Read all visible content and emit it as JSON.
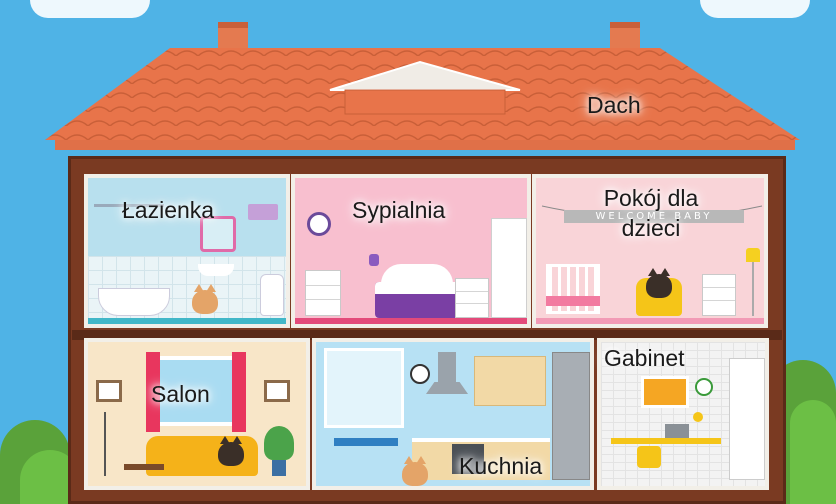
{
  "rooms": {
    "roof": "Dach",
    "bathroom": "Łazienka",
    "bedroom": "Sypialnia",
    "kids_room_line1": "Pokój dla",
    "kids_room_line2": "dzieci",
    "living_room": "Salon",
    "kitchen": "Kuchnia",
    "office": "Gabinet"
  },
  "banner_text": "WELCOME BABY",
  "colors": {
    "sky": "#4fb3e6",
    "roof": "#e8744a",
    "wall": "#7a3a22",
    "bathroom": "#b8e0ee",
    "bedroom": "#f8bfcf",
    "kids_room": "#f9d4d8",
    "living_room": "#f8e6c8",
    "kitchen": "#b7e1f4",
    "office": "#f3f3f3"
  }
}
